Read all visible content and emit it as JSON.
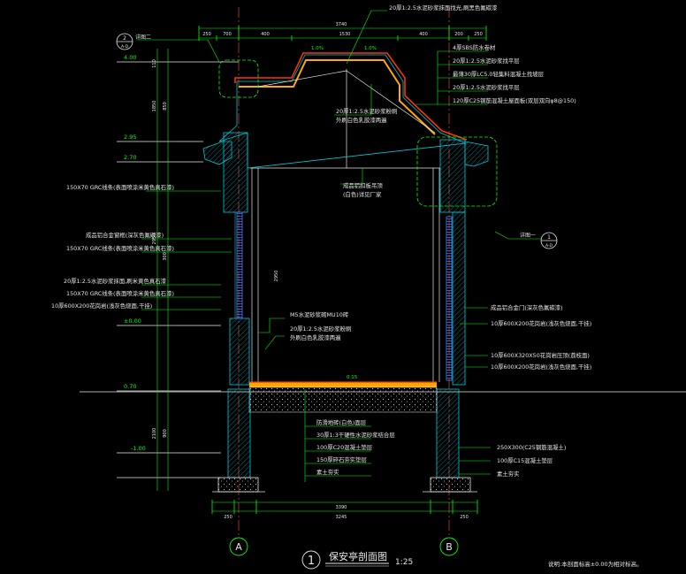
{
  "title": {
    "main": "保安亭剖面图",
    "number": "1",
    "scale": "1:25",
    "note": "说明:本剖面标高±0.00为相对标高。"
  },
  "axes": {
    "left": "A",
    "right": "B"
  },
  "detail_refs": [
    {
      "num": "2",
      "sheet": "A-D",
      "label": "详图二"
    },
    {
      "num": "1",
      "sheet": "A-D",
      "label": "详图一"
    }
  ],
  "levels": [
    "4.00",
    "2.95",
    "2.70",
    "±0.00",
    "0.70",
    "-1.00"
  ],
  "roof_slopes": [
    "1.0%",
    "1.0%"
  ],
  "dimensions": {
    "top_total": "3740",
    "top_segments": [
      "250",
      "700",
      "400",
      "1530",
      "400",
      "200",
      "250"
    ],
    "bottom_total": "3390",
    "bottom_sub": "3245",
    "bottom_segments": [
      "250",
      "250"
    ],
    "left_vertical": [
      "110",
      "1850",
      "850",
      "300",
      "2950",
      "900",
      "2100"
    ],
    "interior_height": "2950"
  },
  "right_notes": [
    "4厚SBS防水卷材",
    "20厚1:2.5水泥砂浆找平层",
    "最薄30厚LC5.0轻集料混凝土找坡层",
    "20厚1:2.5水泥砂浆找平层",
    "120厚C25钢筋混凝土屋面板(双层双向φ8@150)"
  ],
  "top_note": "20厚1:2.5水泥砂浆抹面找光,刷黑色氟碳漆",
  "roof_inner_note": [
    "20厚1:2.5水泥砂浆粉刷",
    "外刷白色乳胶漆两遍"
  ],
  "ceiling_note": [
    "成品铝扣板吊顶",
    "(白色)详见厂家"
  ],
  "left_notes": [
    "150X70 GRC线条(表面喷涂米黄色真石漆)",
    "成品铝合金窗框(深灰色氟碳漆)",
    "150X70 GRC线条(表面喷涂米黄色真石漆)",
    "20厚1:2.5水泥砂浆抹面,刷米黄色真石漆",
    "150X70 GRC线条(表面喷涂米黄色真石漆)",
    "10厚600X200花岗岩(浅灰色烧面,干挂)"
  ],
  "center_notes": [
    "M5水泥砂浆砌MU10砖",
    "20厚1:2.5水泥砂浆粉刷",
    "外刷白色乳胶漆两遍"
  ],
  "right_lower_notes": [
    "成品铝合金门(深灰色氟碳漆)",
    "10厚600X200花岗岩(浅灰色烧面,干挂)",
    "10厚600X320X50花岗岩压顶(荔枝面)",
    "10厚600X200花岗岩(浅灰色烧面,干挂)"
  ],
  "floor_height": "0.15",
  "floor_notes": [
    "防滑地砖(白色)面层",
    "30厚1:3干硬性水泥砂浆结合层",
    "100厚C20混凝土垫层",
    "150厚碎石夯实垫层",
    "素土夯实"
  ],
  "foundation_notes": [
    "250X300(C25钢筋混凝土)",
    "100厚C15混凝土垫层",
    "素土夯实"
  ],
  "colors": {
    "background": "#000000",
    "wall": "#00c8d6",
    "leader": "#00ff00",
    "dimension": "#00ff00",
    "text": "#e6e6e6",
    "concrete_fill": "#ffaa00",
    "roof_line": "#ff3300",
    "axis": "#ff4d4d",
    "hatch": "#c8c8c8",
    "door": "#4a7dff"
  }
}
